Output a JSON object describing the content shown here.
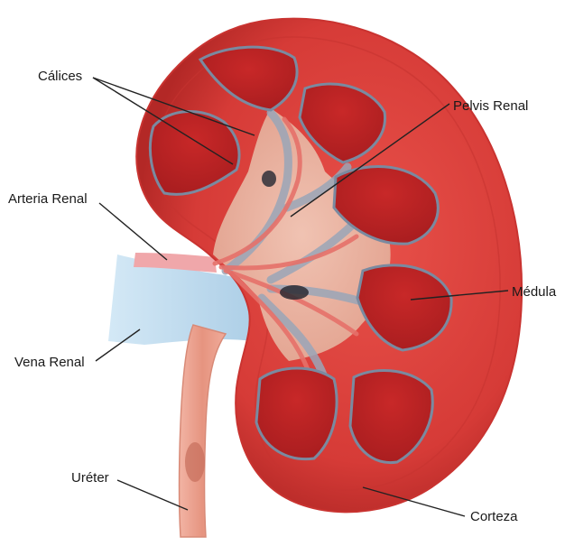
{
  "labels": {
    "calices": "Cálices",
    "pelvis_renal": "Pelvis Renal",
    "arteria_renal": "Arteria Renal",
    "medula": "Médula",
    "vena_renal": "Vena Renal",
    "ureter": "Uréter",
    "corteza": "Corteza"
  },
  "colors": {
    "cortex": "#d9403c",
    "cortex_dark": "#b52a28",
    "medulla": "#c42a2a",
    "pelvis": "#e9b5a3",
    "vessel_grey": "#9aa6b8",
    "vein_blue": "#b9d9ee",
    "artery_pink": "#f0a7aa",
    "ureter": "#e79a86",
    "leader_line": "#222222"
  }
}
